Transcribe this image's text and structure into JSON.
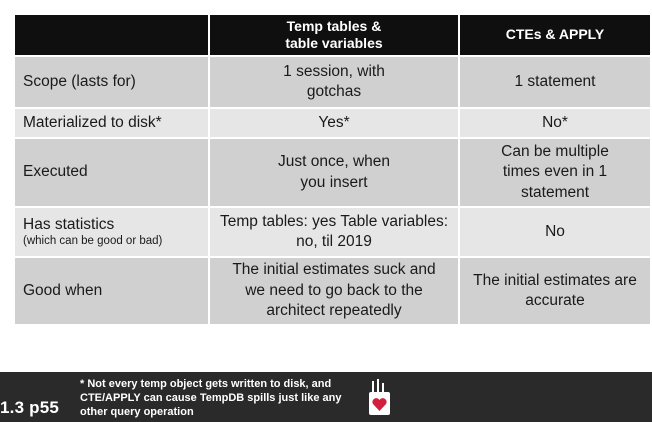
{
  "table": {
    "headers": [
      "",
      "Temp tables & table variables",
      "CTEs & APPLY"
    ],
    "rows": [
      {
        "label": "Scope (lasts for)",
        "sublabel": "",
        "c1": "1 session, with gotchas",
        "c2": "1 statement"
      },
      {
        "label": "Materialized to disk*",
        "sublabel": "",
        "c1": "Yes*",
        "c2": "No*"
      },
      {
        "label": "Executed",
        "sublabel": "",
        "c1": "Just once, when you insert",
        "c2": "Can be multiple times even in 1 statement"
      },
      {
        "label": "Has statistics",
        "sublabel": "(which can be good or bad)",
        "c1": "Temp tables: yes Table variables: no, til 2019",
        "c2": "No"
      },
      {
        "label": "Good when",
        "sublabel": "",
        "c1": "The initial estimates suck and we need to go back to the architect repeatedly",
        "c2": "The initial estimates are accurate"
      }
    ]
  },
  "footer": {
    "slide_number": "1.3 p55",
    "footnote": "* Not every temp object gets written to disk, and CTE/APPLY can cause TempDB spills just like any other query operation"
  },
  "colors": {
    "header_bg": "#0f0f0f",
    "row_dark": "#d0d0d0",
    "row_light": "#e6e6e6",
    "footer_bg": "#2a2a2a",
    "heart": "#d21f3c"
  }
}
